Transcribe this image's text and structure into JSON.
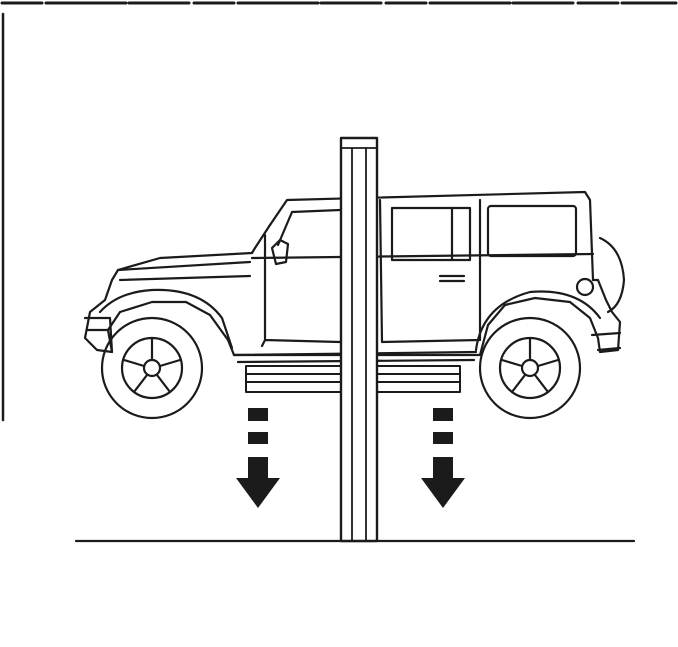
{
  "figure": {
    "subject": "vehicle-on-lift",
    "colors": {
      "ink": "#1b1b1b",
      "paper": "#ffffff"
    },
    "arrows": {
      "direction": "down",
      "count": 2
    }
  }
}
